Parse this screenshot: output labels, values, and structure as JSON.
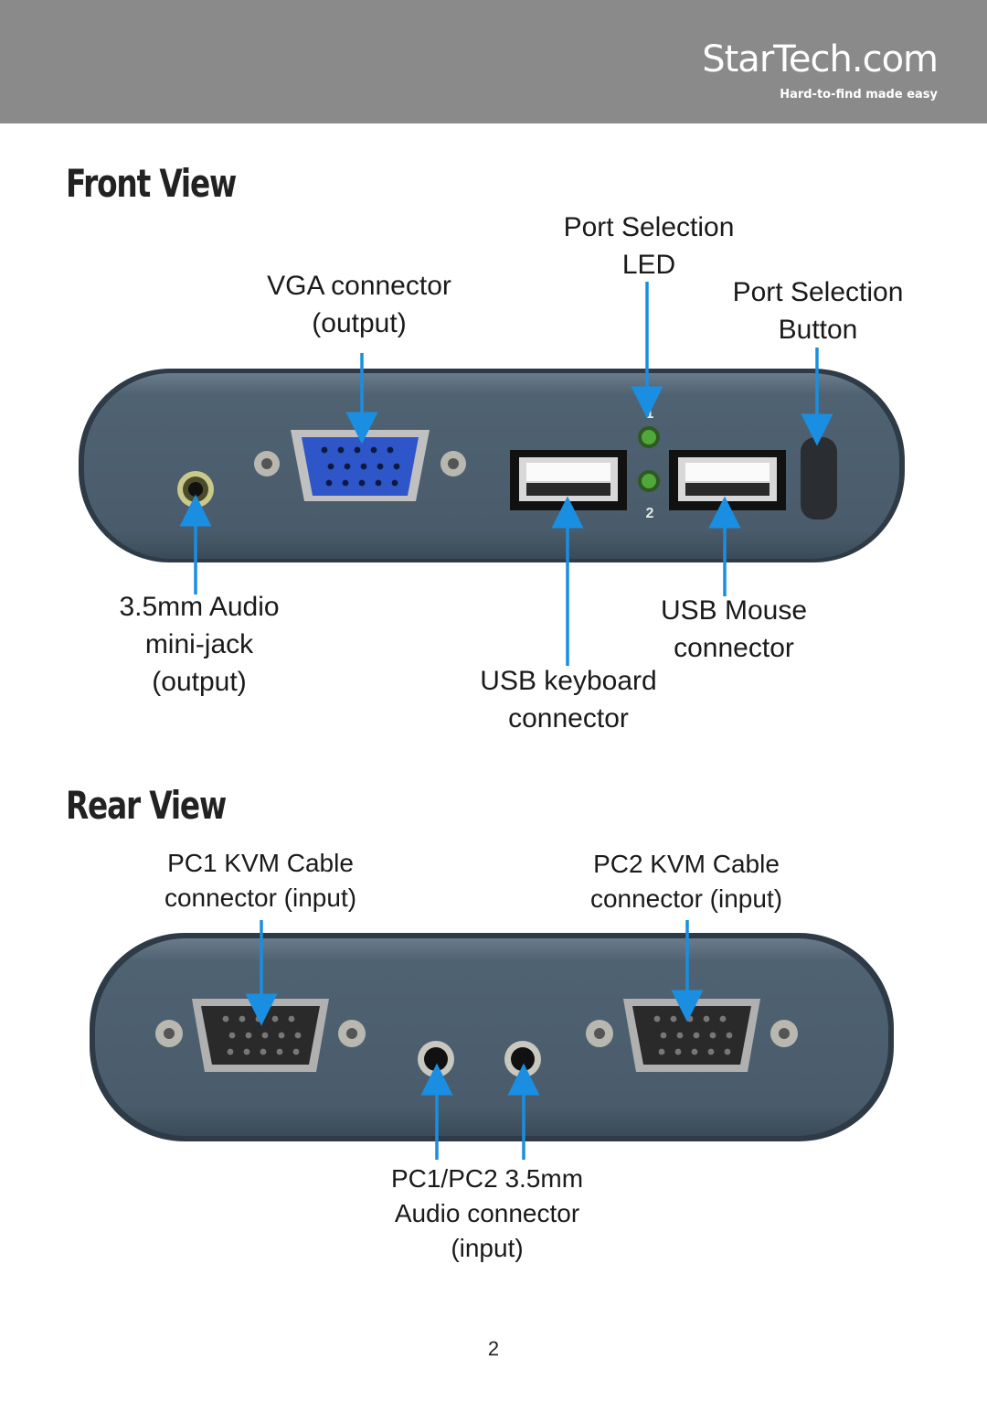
{
  "header": {
    "logo_text": "StarTech.com",
    "tagline": "Hard-to-find made easy",
    "bar_color": "#8a8a8a"
  },
  "front_view": {
    "title": "Front View",
    "led_numbers": [
      "1",
      "2"
    ],
    "labels": {
      "port_selection_led": [
        "Port Selection",
        "LED"
      ],
      "vga_connector": [
        "VGA connector",
        "(output)"
      ],
      "port_selection_button": [
        "Port Selection",
        "Button"
      ],
      "audio_minijack": [
        "3.5mm Audio",
        "mini-jack",
        "(output)"
      ],
      "usb_mouse": [
        "USB Mouse",
        "connector"
      ],
      "usb_keyboard": [
        "USB keyboard",
        "connector"
      ]
    }
  },
  "rear_view": {
    "title": "Rear View",
    "labels": {
      "pc1_kvm": [
        "PC1 KVM Cable",
        "connector (input)"
      ],
      "pc2_kvm": [
        "PC2 KVM Cable",
        "connector (input)"
      ],
      "audio_inputs": [
        "PC1/PC2 3.5mm",
        "Audio connector",
        "(input)"
      ]
    }
  },
  "colors": {
    "arrow": "#1a8ee0",
    "device_body": "#4d6070",
    "vga_blue": "#2f56c8",
    "led_green": "#4fa83a"
  },
  "page_number": "2"
}
